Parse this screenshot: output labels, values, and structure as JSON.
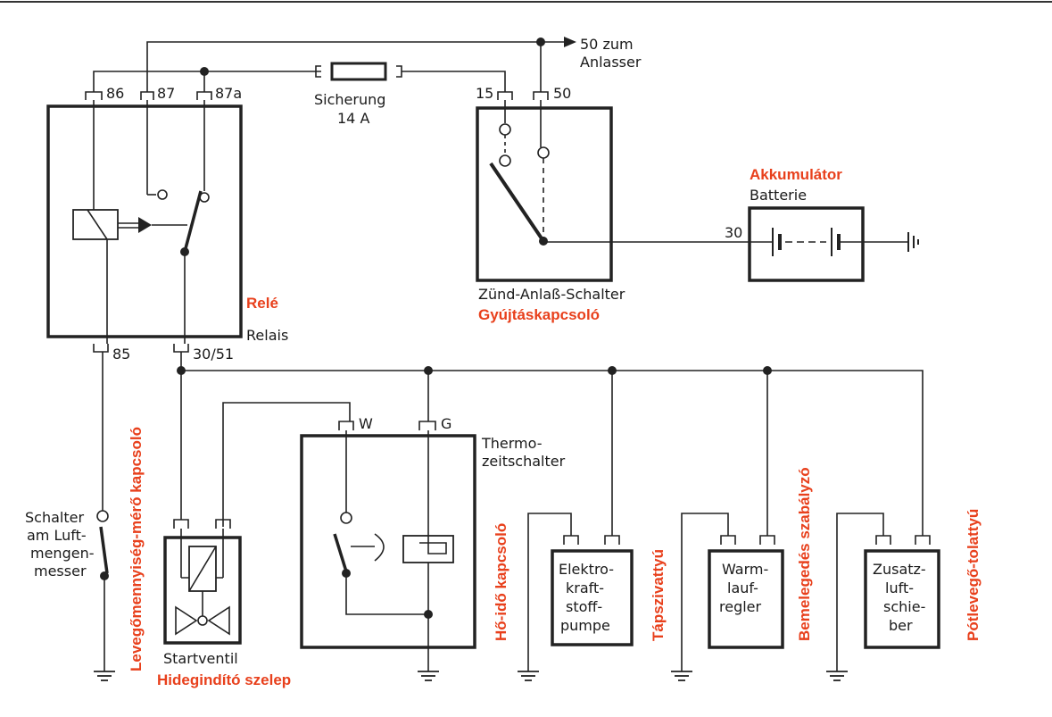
{
  "top_line": {
    "arrow_label_1": "50 zum",
    "arrow_label_2": "Anlasser"
  },
  "fuse": {
    "label": "Sicherung",
    "rating": "14 A"
  },
  "relay": {
    "pin_86": "86",
    "pin_87": "87",
    "pin_87a": "87a",
    "pin_85": "85",
    "pin_3051": "30/51",
    "label_de": "Relais",
    "label_hu": "Relé"
  },
  "ignition": {
    "pin_15": "15",
    "pin_50": "50",
    "label_de": "Zünd-Anlaß-Schalter",
    "label_hu": "Gyújtáskapcsoló"
  },
  "battery": {
    "label_hu": "Akkumulátor",
    "label_de": "Batterie",
    "terminal": "30"
  },
  "airflow_switch": {
    "line1": "Schalter",
    "line2": "am Luft-",
    "line3": "mengen-",
    "line4": "messer",
    "label_hu": "Levegőmennyiség-mérő kapcsoló"
  },
  "start_valve": {
    "label_de": "Startventil",
    "label_hu": "Hidegindító szelep"
  },
  "thermo": {
    "pin_w": "W",
    "pin_g": "G",
    "line1": "Thermo-",
    "line2": "zeitschalter",
    "label_hu": "Hő-idő kapcsoló"
  },
  "pump": {
    "line1": "Elektro-",
    "line2": "kraft-",
    "line3": "stoff-",
    "line4": "pumpe",
    "label_hu": "Tápszivattyú"
  },
  "warmup": {
    "line1": "Warm-",
    "line2": "lauf-",
    "line3": "regler",
    "label_hu": "Bemelegedés szabályzó"
  },
  "aux_air": {
    "line1": "Zusatz-",
    "line2": "luft-",
    "line3": "schie-",
    "line4": "ber",
    "label_hu": "Pótlevegő-tolattyú"
  }
}
